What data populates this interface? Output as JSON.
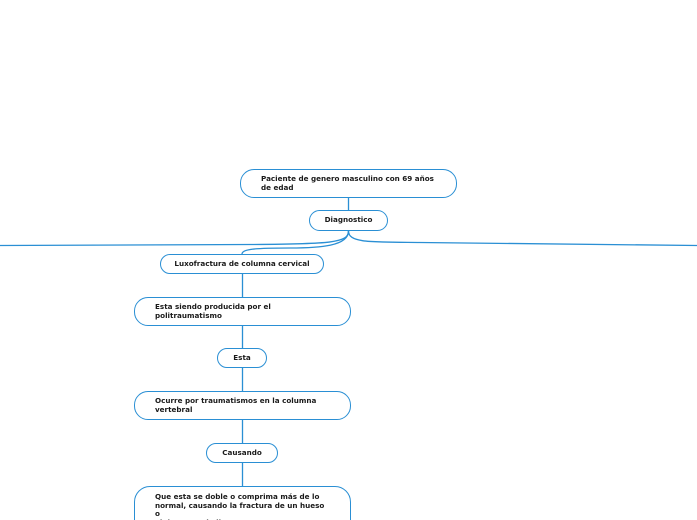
{
  "diagram": {
    "accent_color": "#2a8fd4",
    "nodes": {
      "root": "Paciente de genero masculino con 69 años\nde edad",
      "diagnostico": "Diagnostico",
      "luxofractura": "Luxofractura de columna cervical",
      "politraumatismo": "Esta siendo producida por el\npolitraumatismo",
      "esta": "Esta",
      "ocurre": "Ocurre por traumatismos en la columna\nvertebral",
      "causando": "Causando",
      "consecuencia": "Que esta se doble o comprima más de lo\nnormal, causando la fractura de un hueso o\nel desgarro de ligamento"
    }
  }
}
